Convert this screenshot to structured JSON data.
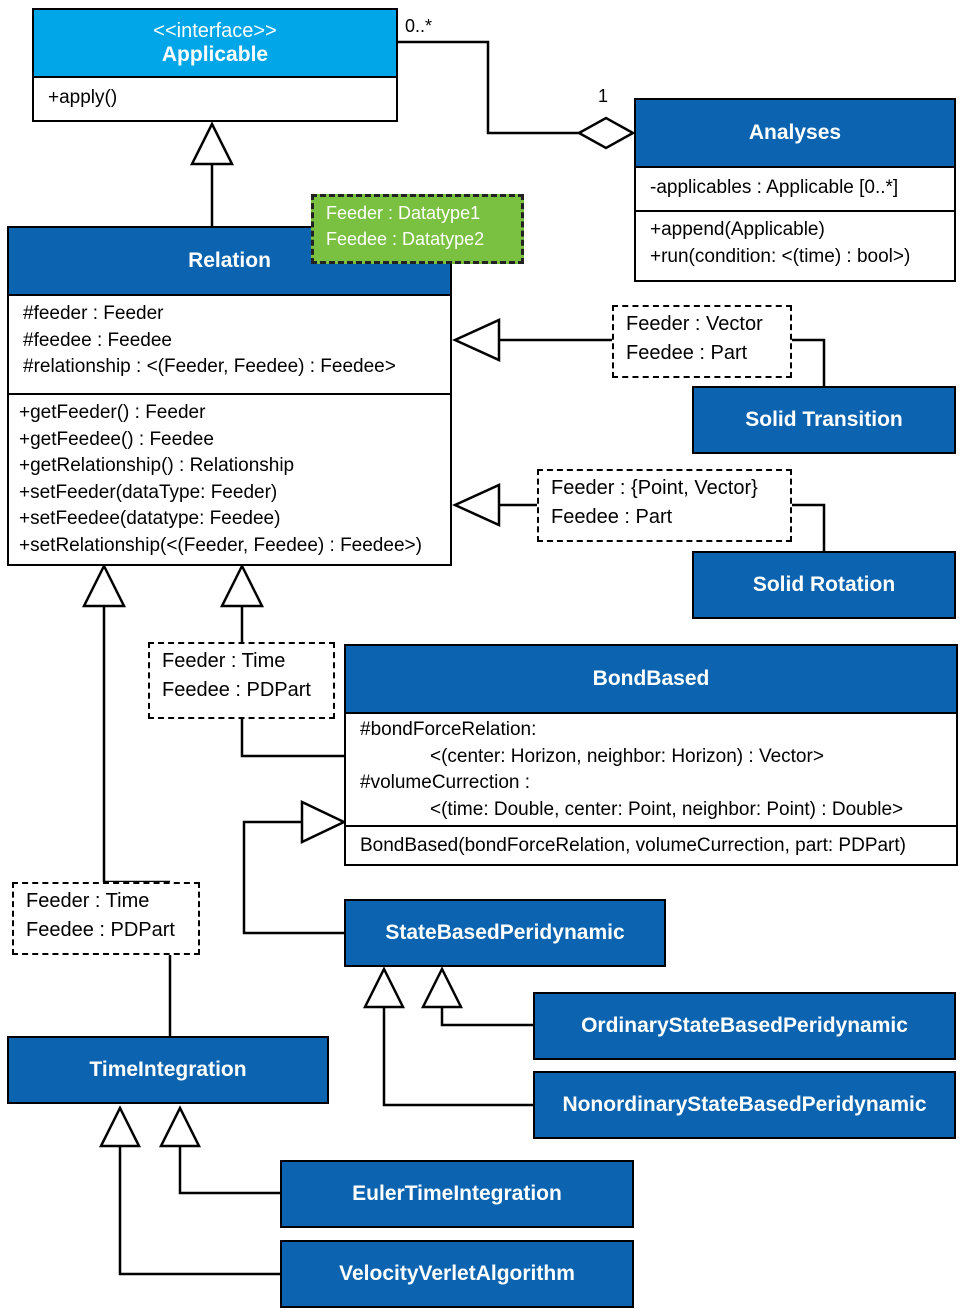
{
  "applicable": {
    "stereotype": "<<interface>>",
    "name": "Applicable",
    "ops": [
      "+apply()"
    ]
  },
  "analyses": {
    "name": "Analyses",
    "attrs": [
      "-applicables : Applicable [0..*]"
    ],
    "ops": [
      "+append(Applicable)",
      "+run(condition: <(time) : bool>)"
    ],
    "mult_applicable": "0..*",
    "mult_analyses": "1"
  },
  "relation": {
    "name": "Relation",
    "attrs": [
      "#feeder : Feeder",
      "#feedee : Feedee",
      "#relationship : <(Feeder, Feedee) : Feedee>"
    ],
    "ops": [
      "+getFeeder() : Feeder",
      "+getFeedee() : Feedee",
      "+getRelationship() : Relationship",
      "+setFeeder(dataType: Feeder)",
      "+setFeedee(datatype: Feedee)",
      "+setRelationship(<(Feeder, Feedee) : Feedee>)"
    ]
  },
  "template_note": [
    "Feeder : Datatype1",
    "Feedee : Datatype2"
  ],
  "solid_transition": {
    "name": "Solid Transition",
    "note": [
      "Feeder : Vector",
      "Feedee : Part"
    ]
  },
  "solid_rotation": {
    "name": "Solid Rotation",
    "note": [
      "Feeder : {Point, Vector}",
      "Feedee : Part"
    ]
  },
  "bondbased": {
    "name": "BondBased",
    "attrs": [
      "#bondForceRelation:",
      "<(center: Horizon, neighbor: Horizon) : Vector>",
      "#volumeCurrection :",
      "<(time: Double, center: Point, neighbor: Point) : Double>"
    ],
    "ops": [
      "BondBased(bondForceRelation, volumeCurrection, part: PDPart)"
    ],
    "note": [
      "Feeder : Time",
      "Feedee : PDPart"
    ]
  },
  "statebased": {
    "name": "StateBasedPeridynamic"
  },
  "ordinary": {
    "name": "OrdinaryStateBasedPeridynamic"
  },
  "nonordinary": {
    "name": "NonordinaryStateBasedPeridynamic"
  },
  "timeintegration": {
    "name": "TimeIntegration",
    "note": [
      "Feeder : Time",
      "Feedee : PDPart"
    ]
  },
  "euler": {
    "name": "EulerTimeIntegration"
  },
  "velocity": {
    "name": "VelocityVerletAlgorithm"
  }
}
